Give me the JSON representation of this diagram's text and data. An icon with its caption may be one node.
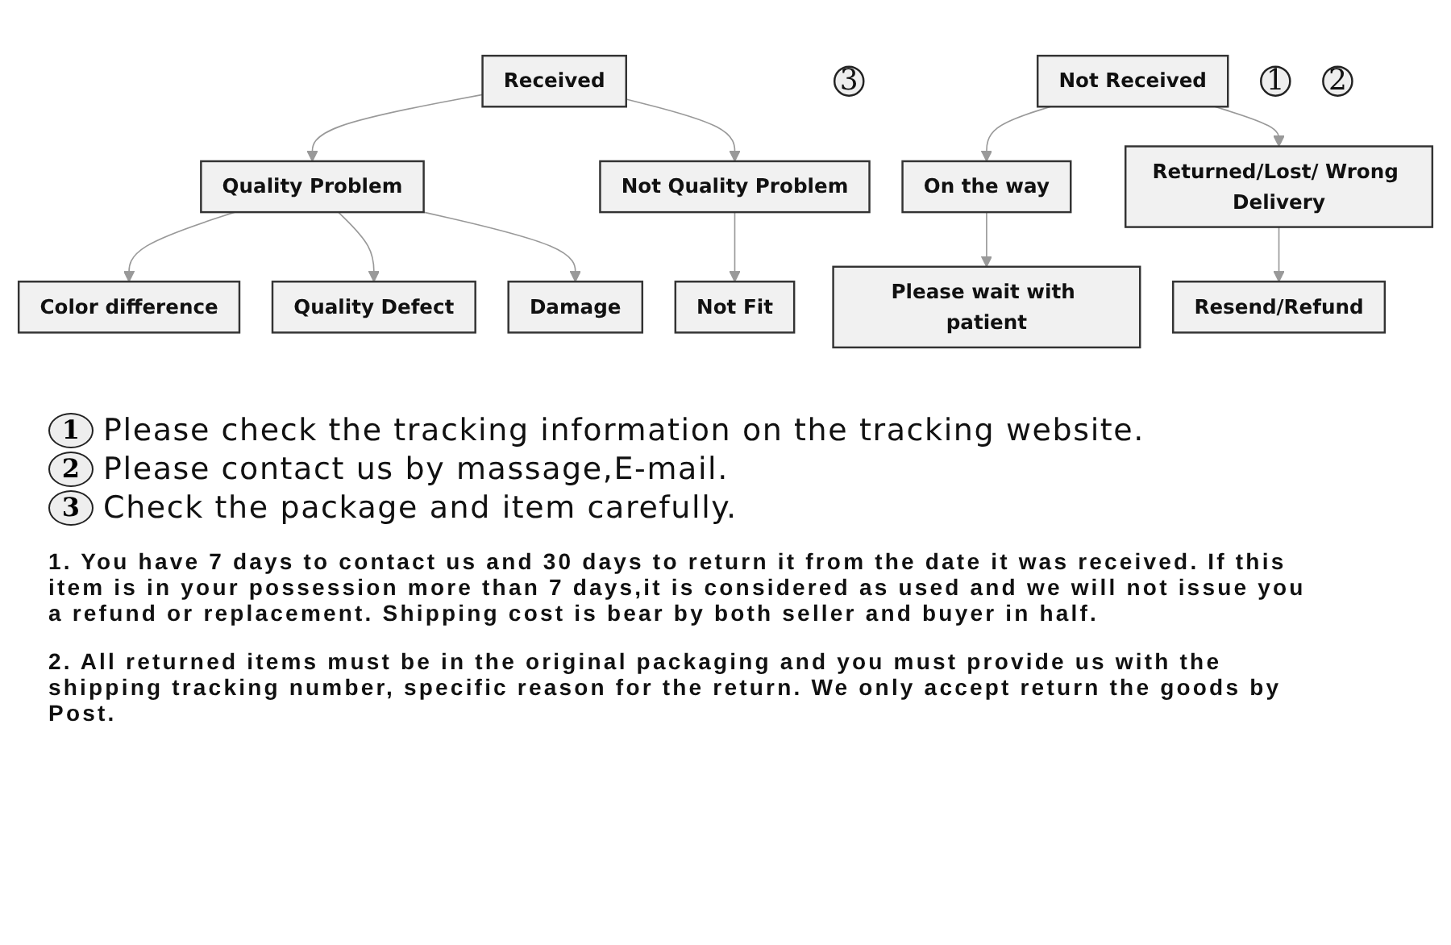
{
  "diagram": {
    "nodes": [
      {
        "text": [
          "Received"
        ]
      },
      {
        "text": [
          "3"
        ]
      },
      {
        "text": [
          "Quality Problem"
        ]
      },
      {
        "text": [
          "Not Quality Problem"
        ]
      },
      {
        "text": [
          "Color difference"
        ]
      },
      {
        "text": [
          "Quality Defect"
        ]
      },
      {
        "text": [
          "Damage"
        ]
      },
      {
        "text": [
          "Not Fit"
        ]
      },
      {
        "text": [
          "Not Received"
        ]
      },
      {
        "text": [
          "1"
        ]
      },
      {
        "text": [
          "On the way"
        ]
      },
      {
        "text": [
          "Returned/Lost/ Wrong Delivery"
        ]
      },
      {
        "text": [
          "2"
        ]
      },
      {
        "text": [
          "Please wait with patient"
        ]
      },
      {
        "text": [
          "Resend/Refund"
        ]
      }
    ],
    "edges": [
      {
        "from": 0,
        "to": 2,
        "arrow": "to"
      },
      {
        "from": 0,
        "to": 3,
        "arrow": "to"
      },
      {
        "from": 2,
        "to": 4,
        "arrow": "to"
      },
      {
        "from": 2,
        "to": 5,
        "arrow": "to"
      },
      {
        "from": 2,
        "to": 6,
        "arrow": "to"
      },
      {
        "from": 3,
        "to": 7,
        "arrow": "to"
      },
      {
        "from": 8,
        "to": 10,
        "arrow": "to"
      },
      {
        "from": 8,
        "to": 11,
        "arrow": "to"
      },
      {
        "from": 10,
        "to": 13,
        "arrow": "to"
      },
      {
        "from": 11,
        "to": 14,
        "arrow": "to"
      }
    ],
    "labels": [
      "1",
      "Please check the tracking information on the tracking website.",
      "2",
      "Please contact us by massage,E-mail.",
      "3",
      "Check the package and item carefully.",
      "1. You have 7 days to contact us and 30 days to return it from the date it was received. If this item is in your possession more than 7 days,it is considered as used and we will not issue you a refund or replacement. Shipping cost is bear by both seller and buyer in half.",
      "2. All returned items must be in the original packaging and you must provide us with the shipping tracking number, specific reason for the return. We only accept return the goods by Post."
    ]
  }
}
